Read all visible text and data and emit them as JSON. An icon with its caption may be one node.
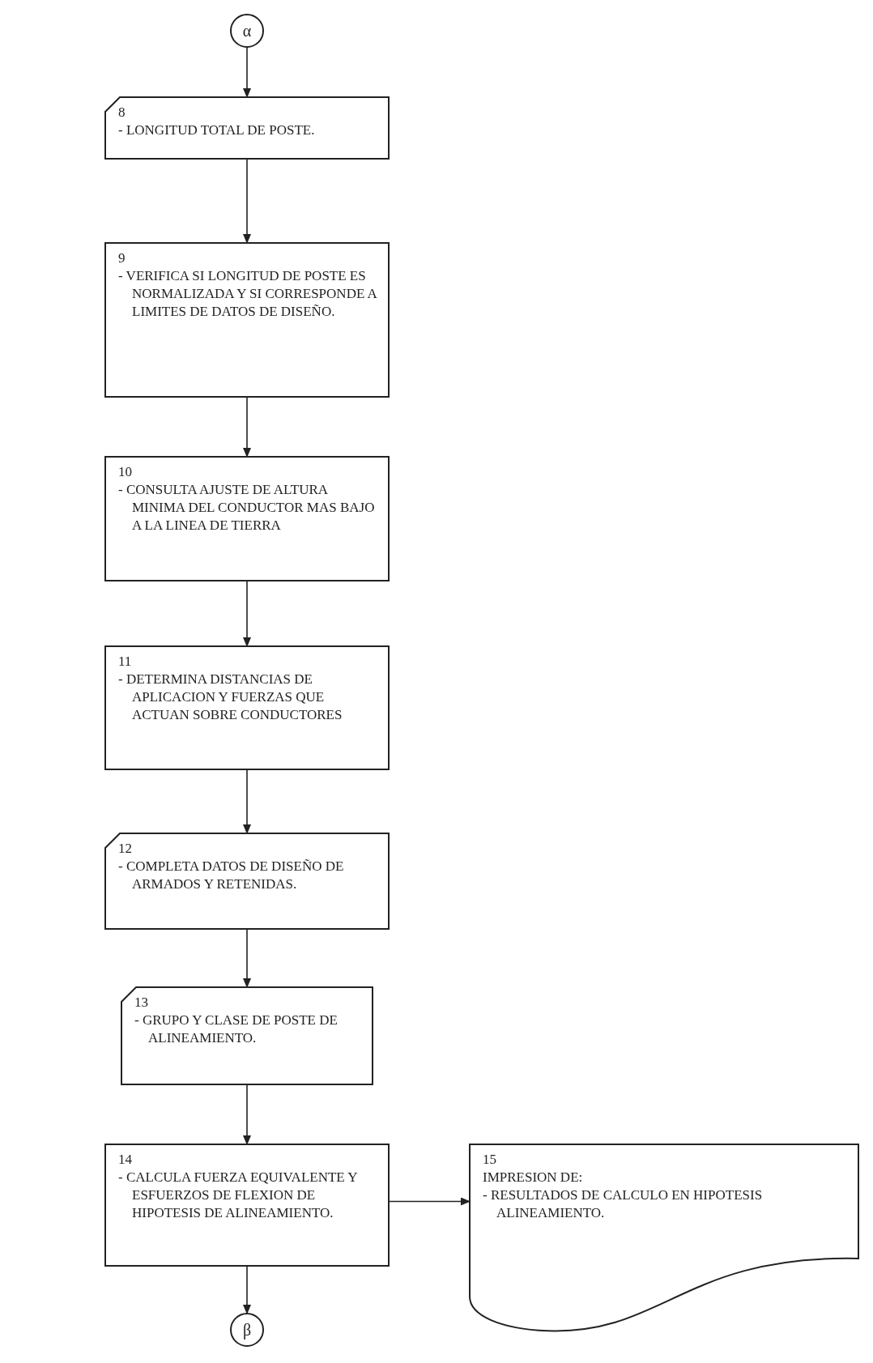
{
  "diagram": {
    "nodes": [
      {
        "text": [
          "α"
        ]
      },
      {
        "text": [
          "8",
          "- LONGITUD TOTAL DE POSTE."
        ]
      },
      {
        "text": [
          "9",
          "- VERIFICA SI LONGITUD DE POSTE ES NORMALIZADA Y SI CORRESPONDE A LIMITES DE DATOS DE DISEÑO."
        ]
      },
      {
        "text": [
          "10",
          "- CONSULTA AJUSTE DE ALTURA MINIMA DEL CONDUCTOR MAS BAJO A LA LINEA DE TIERRA"
        ]
      },
      {
        "text": [
          "11",
          "- DETERMINA DISTANCIAS DE APLICACION Y FUERZAS QUE ACTUAN SOBRE CONDUCTORES"
        ]
      },
      {
        "text": [
          "12",
          "- COMPLETA DATOS DE DISEÑO DE ARMADOS Y RETENIDAS."
        ]
      },
      {
        "text": [
          "13",
          "- GRUPO Y CLASE DE POSTE DE ALINEAMIENTO."
        ]
      },
      {
        "text": [
          "14",
          "- CALCULA FUERZA EQUIVALENTE Y ESFUERZOS DE FLEXION DE HIPOTESIS DE ALINEAMIENTO."
        ]
      },
      {
        "text": [
          "15",
          "IMPRESION DE:",
          "- RESULTADOS DE CALCULO EN HIPOTESIS ALINEAMIENTO."
        ]
      },
      {
        "text": [
          "β"
        ]
      }
    ],
    "edges": [
      {
        "from": 0,
        "to": 1,
        "arrow": "to"
      },
      {
        "from": 1,
        "to": 2,
        "arrow": "to"
      },
      {
        "from": 2,
        "to": 3,
        "arrow": "to"
      },
      {
        "from": 3,
        "to": 4,
        "arrow": "to"
      },
      {
        "from": 4,
        "to": 5,
        "arrow": "to"
      },
      {
        "from": 5,
        "to": 6,
        "arrow": "to"
      },
      {
        "from": 6,
        "to": 7,
        "arrow": "to"
      },
      {
        "from": 7,
        "to": 8,
        "arrow": "to"
      },
      {
        "from": 7,
        "to": 9,
        "arrow": "to"
      }
    ]
  }
}
